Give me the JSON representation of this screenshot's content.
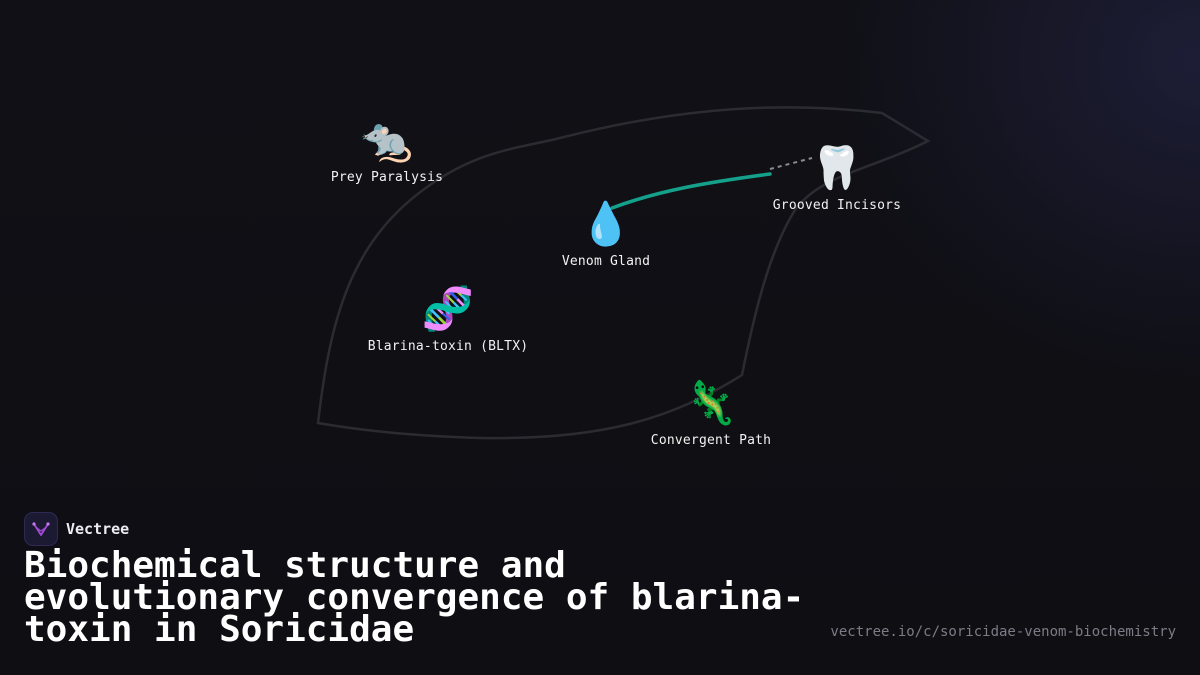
{
  "nodes": [
    {
      "id": "prey",
      "icon": "rat-icon",
      "glyph": "🐀",
      "label": "Prey Paralysis"
    },
    {
      "id": "incisors",
      "icon": "tooth-icon",
      "glyph": "🦷",
      "label": "Grooved Incisors"
    },
    {
      "id": "gland",
      "icon": "droplet-icon",
      "glyph": "💧",
      "label": "Venom Gland"
    },
    {
      "id": "bltx",
      "icon": "dna-icon",
      "glyph": "🧬",
      "label": "Blarina-toxin (BLTX)"
    },
    {
      "id": "convergent",
      "icon": "lizard-icon",
      "glyph": "🦎",
      "label": "Convergent Path"
    }
  ],
  "edges": [
    {
      "from": "gland",
      "to": "incisors",
      "style": "solid",
      "color": "#14a08a"
    },
    {
      "from": "incisors",
      "to": "incisors-tip",
      "style": "dashed",
      "color": "#8a8a92"
    }
  ],
  "colors": {
    "background": "#0f0f14",
    "outline": "#2b2b31",
    "accent": "#14a08a",
    "brand_logo": "#a14bd6"
  },
  "brand": {
    "name": "Vectree",
    "icon": "vectree-logo-icon"
  },
  "title": "Biochemical structure and evolutionary convergence of blarina-toxin in Soricidae",
  "url": "vectree.io/c/soricidae-venom-biochemistry"
}
